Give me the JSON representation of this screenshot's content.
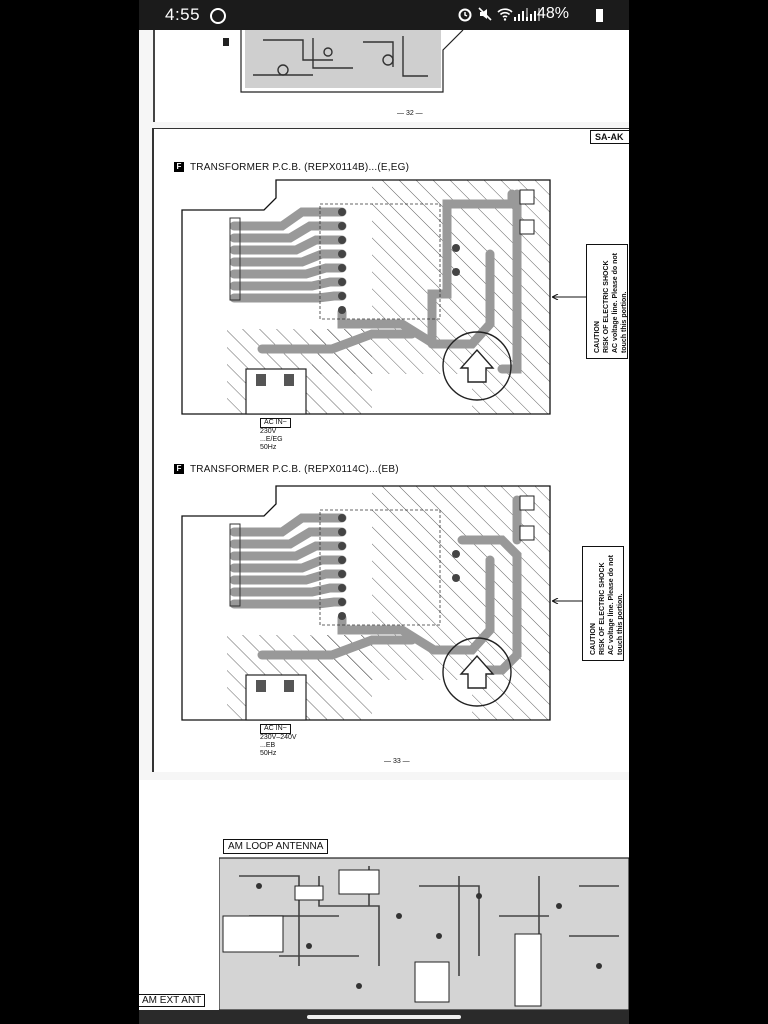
{
  "status_bar": {
    "time": "4:55",
    "battery": "48%",
    "icons": [
      "whatsapp-icon",
      "alarm-icon",
      "mute-icon",
      "wifi-icon",
      "signal-icon",
      "signal-icon-2",
      "battery-icon"
    ]
  },
  "page32": {
    "page_number": "— 32 —"
  },
  "page33": {
    "corner_label": "SA-AK",
    "section1": {
      "letter": "F",
      "title": "TRANSFORMER P.C.B. (REPX0114B)...(E,EG)",
      "caution_lines": [
        "CAUTION",
        "RISK OF ELECTRIC SHOCK",
        "AC voltage line. Please do not",
        "touch this portion."
      ],
      "ac_in_label": "AC IN~",
      "ac_lines": [
        "230V",
        "...E/EG",
        "50Hz"
      ]
    },
    "section2": {
      "letter": "F",
      "title": "TRANSFORMER P.C.B. (REPX0114C)...(EB)",
      "caution_lines": [
        "CAUTION",
        "RISK OF ELECTRIC SHOCK",
        "AC voltage line. Please do not",
        "touch this portion."
      ],
      "ac_in_label": "AC IN~",
      "ac_lines": [
        "230V–240V",
        "...EB",
        "50Hz"
      ]
    },
    "page_number": "— 33 —"
  },
  "page34": {
    "am_loop_label": "AM LOOP ANTENNA",
    "am_ext_label": "AM EXT ANT"
  }
}
